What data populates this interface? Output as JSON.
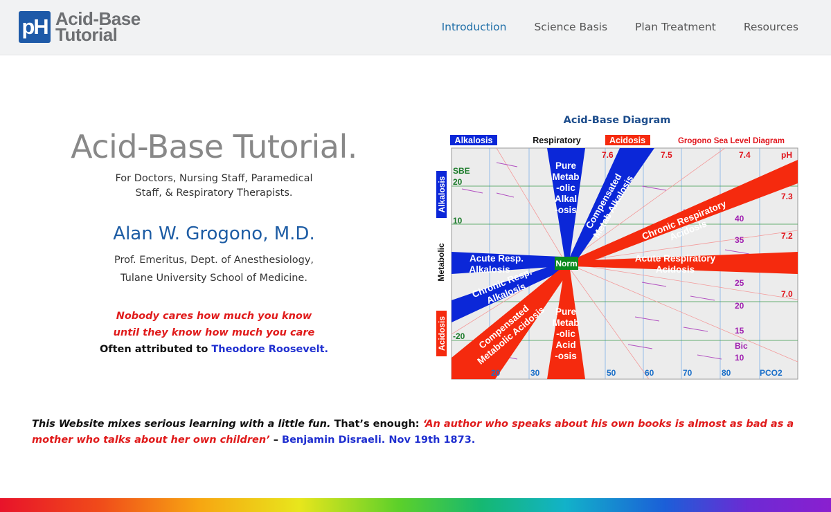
{
  "logo": {
    "badge": "pH",
    "line1": "Acid-Base",
    "line2": "Tutorial"
  },
  "nav": [
    {
      "label": "Introduction",
      "active": true
    },
    {
      "label": "Science Basis",
      "active": false
    },
    {
      "label": "Plan Treatment",
      "active": false
    },
    {
      "label": "Resources",
      "active": false
    }
  ],
  "hero": {
    "title": "Acid-Base Tutorial.",
    "subtitle": "For Doctors, Nursing Staff, Paramedical Staff, & Respiratory Therapists.",
    "author": "Alan W. Grogono, M.D.",
    "role_line1": "Prof. Emeritus, Dept. of Anesthesiology,",
    "role_line2": "Tulane University School of Medicine.",
    "quote": "Nobody cares how much you know until they know how much you care",
    "attribution_prefix": "Often attributed to",
    "attribution_name": "Theodore Roosevelt."
  },
  "diagram": {
    "title": "Acid-Base Diagram",
    "header_alkalosis": "Alkalosis",
    "header_respiratory": "Respiratory",
    "header_acidosis": "Acidosis",
    "header_caption": "Grogono Sea Level Diagram",
    "side_alkalosis": "Alkalosis",
    "side_metabolic": "Metabolic",
    "side_acidosis": "Acidosis",
    "sbe_label": "SBE",
    "sbe_ticks": [
      "20",
      "10",
      "-20"
    ],
    "ph_label": "pH",
    "ph_ticks_top": [
      "7.6",
      "7.5",
      "7.4"
    ],
    "ph_ticks_right": [
      "7.3",
      "7.2",
      "7.0"
    ],
    "bic_label": "Bic",
    "bic_ticks": [
      "40",
      "35",
      "25",
      "20",
      "15",
      "10"
    ],
    "pco2_label": "PCO2",
    "pco2_ticks": [
      "20",
      "30",
      "50",
      "60",
      "70",
      "80"
    ],
    "norm": "Norm",
    "zones": {
      "pure_metab_alk": [
        "Pure",
        "Metab",
        "-olic",
        "Alkal",
        "-osis"
      ],
      "comp_metab_alk": [
        "Compensated",
        "Metab Alkalosis"
      ],
      "chronic_resp_acid": [
        "Chronic Respiratory",
        "Acidosis"
      ],
      "acute_resp_acid": [
        "Acute Respiratory",
        "Acidosis"
      ],
      "acute_resp_alk": [
        "Acute Resp.",
        "Alkalosis"
      ],
      "chronic_resp_alk": [
        "Chronic Resp.",
        "Alkalosis"
      ],
      "comp_metab_acid": [
        "Compensated",
        "Metabolic Acidosis"
      ],
      "pure_metab_acid": [
        "Pure",
        "Metab",
        "-olic",
        "Acid",
        "-osis"
      ]
    },
    "colors": {
      "acid": "#f52a0e",
      "alkali": "#0b27d8",
      "norm": "#0a8a1e",
      "grid_bg": "#ececec"
    }
  },
  "footer": {
    "lead": "This Website mixes serious learning with a little fun.",
    "middle": "That’s enough:",
    "quote": "‘An author who speaks about his own books is almost as bad as a mother who talks about her own children’",
    "dash": "–",
    "attribution": "Benjamin Disraeli. Nov 19th 1873."
  }
}
